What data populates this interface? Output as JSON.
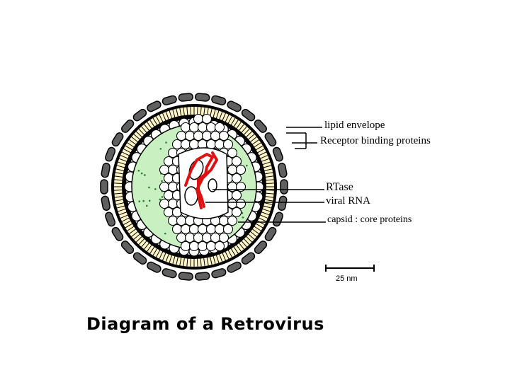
{
  "title": "Diagram of a Retrovirus",
  "labels": {
    "lipid_envelope": "lipid envelope",
    "receptor_binding_proteins": "Receptor binding proteins",
    "rtase": "RTase",
    "viral_rna": "viral RNA",
    "capsid": "capsid : core proteins"
  },
  "scale_bar": {
    "label": "25 nm"
  },
  "colors": {
    "background": "#ffffff",
    "interior": "#c8f0c0",
    "envelope_band": "#fff5c8",
    "receptor_spikes": "#606060",
    "rna": "#e01010",
    "outline": "#000000"
  }
}
